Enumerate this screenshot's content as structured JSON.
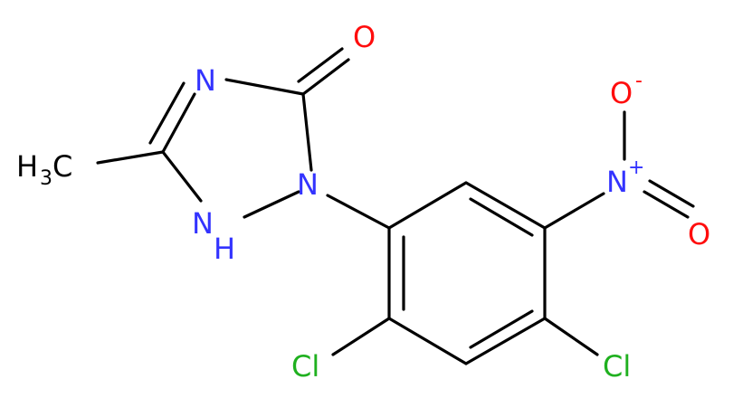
{
  "molecule": {
    "atoms": {
      "o_carbonyl": "O",
      "n_ring": "N",
      "n1": "N",
      "nh": "N",
      "nh_h": "H",
      "methyl_h": "H",
      "methyl_sub": "3",
      "methyl_c": "C",
      "n_nitro": "N",
      "nitro_plus": "+",
      "o_minus": "O",
      "minus": "-",
      "o_nitro": "O",
      "cl_left": "Cl",
      "cl_right": "Cl"
    },
    "colors": {
      "bond": "#000000",
      "nitrogen": "#3333ff",
      "oxygen": "#ff0d0d",
      "chlorine": "#1fb01f",
      "carbon": "#000000"
    }
  }
}
